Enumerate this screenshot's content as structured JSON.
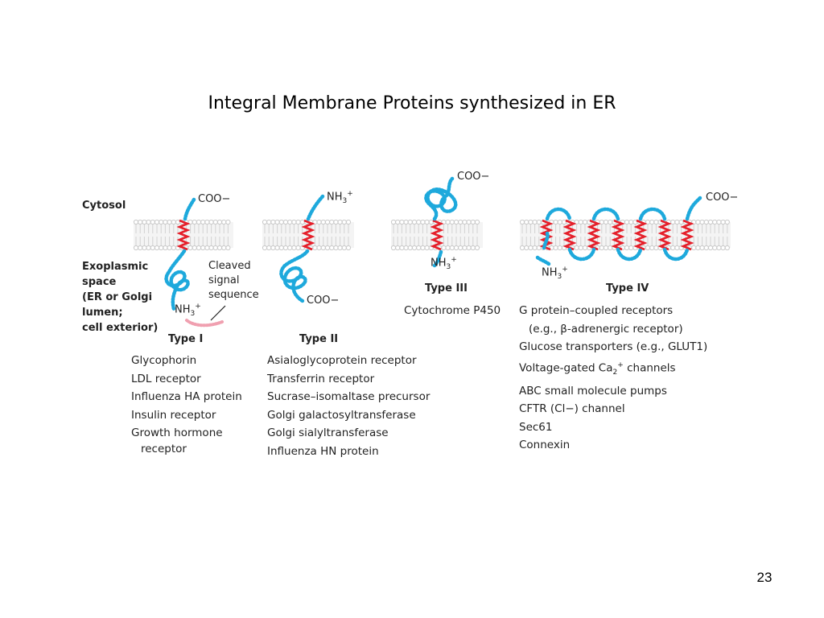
{
  "title": "Integral Membrane Proteins synthesized in ER",
  "page_number": "23",
  "regions": {
    "cytosol": "Cytosol",
    "exoplasmic": [
      "Exoplasmic",
      "space",
      "(ER or Golgi",
      "lumen;",
      "cell exterior)"
    ]
  },
  "signal_label": [
    "Cleaved",
    "signal",
    "sequence"
  ],
  "termini": {
    "coo": "COO−",
    "nh3": "NH",
    "nh3_sub": "3",
    "nh3_sup": "+"
  },
  "types": [
    {
      "label": "Type I",
      "examples": [
        "Glycophorin",
        "LDL receptor",
        "Influenza HA protein",
        "Insulin receptor",
        "Growth hormone",
        "receptor"
      ]
    },
    {
      "label": "Type II",
      "examples": [
        "Asialoglycoprotein receptor",
        "Transferrin receptor",
        "Sucrase–isomaltase precursor",
        "Golgi galactosyltransferase",
        "Golgi sialyltransferase",
        "Influenza HN protein"
      ]
    },
    {
      "label": "Type III",
      "examples": [
        "Cytochrome P450"
      ]
    },
    {
      "label": "Type IV",
      "examples": [
        "G protein–coupled receptors",
        "(e.g., β-adrenergic receptor)",
        "Glucose transporters (e.g., GLUT1)",
        "Voltage-gated Ca",
        "ABC small molecule pumps",
        "CFTR (Cl−) channel",
        "Sec61",
        "Connexin"
      ],
      "ca_sub": "2",
      "ca_sup": "+",
      "ca_tail": " channels"
    }
  ],
  "colors": {
    "chain": "#1ea9dc",
    "helix": "#e51f2a",
    "signal": "#f0a0b0",
    "lipid_head": "#c9c9c9"
  }
}
